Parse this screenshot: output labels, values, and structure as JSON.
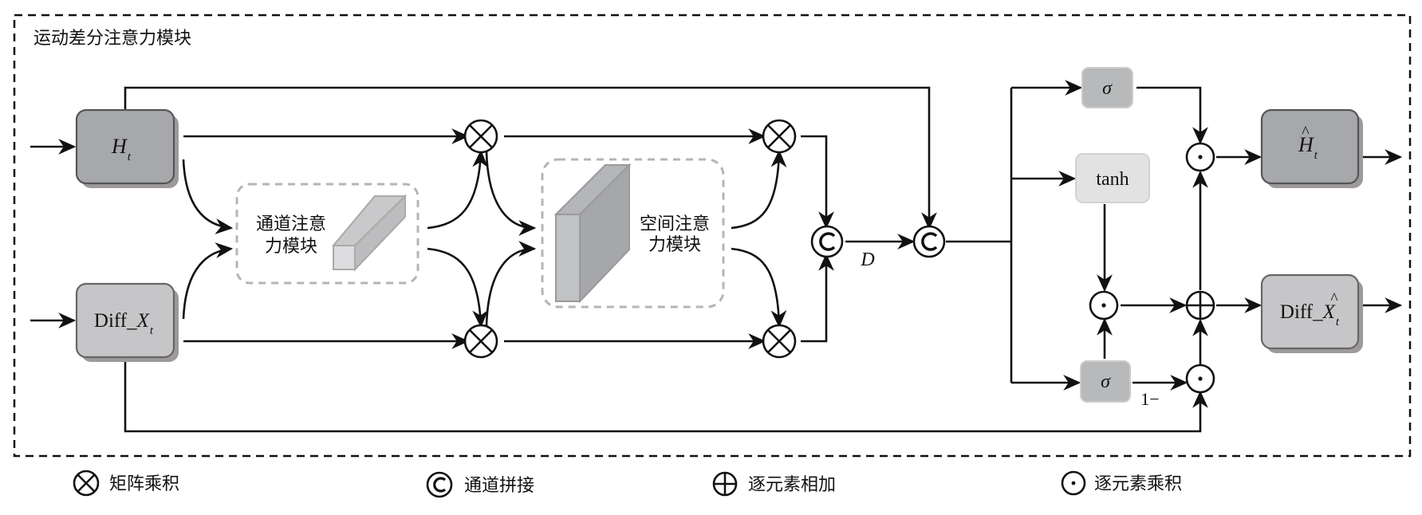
{
  "title": "运动差分注意力模块",
  "inputs": {
    "h": {
      "base": "H",
      "sub": "t"
    },
    "diff": {
      "prefix": "Diff_",
      "base": "X",
      "sub": "t"
    }
  },
  "modules": {
    "channel": {
      "line1": "通道注意",
      "line2": "力模块"
    },
    "spatial": {
      "line1": "空间注意",
      "line2": "力模块"
    }
  },
  "gates": {
    "sigma_top": "σ",
    "tanh": "tanh",
    "sigma_bottom": "σ",
    "one_minus": "1−"
  },
  "labels": {
    "d": "D"
  },
  "outputs": {
    "h_hat": {
      "base": "H",
      "hat": "^",
      "sub": "t"
    },
    "diff_hat": {
      "prefix": "Diff_",
      "base": "X",
      "hat": "^",
      "sub": "t"
    }
  },
  "legend": [
    {
      "symbol": "otimes",
      "label": "矩阵乘积"
    },
    {
      "symbol": "concat",
      "label": "通道拼接"
    },
    {
      "symbol": "oplus",
      "label": "逐元素相加"
    },
    {
      "symbol": "odot",
      "label": "逐元素乘积"
    }
  ],
  "colors": {
    "dark_box": "#a7a8ac",
    "light_box": "#c6c6c8",
    "sigma_box": "#b8b9bb",
    "tanh_box": "#e2e2e3",
    "shadow": "#9e9a99",
    "stroke": "#111111",
    "dashed_gray": "#b5b5b5"
  }
}
